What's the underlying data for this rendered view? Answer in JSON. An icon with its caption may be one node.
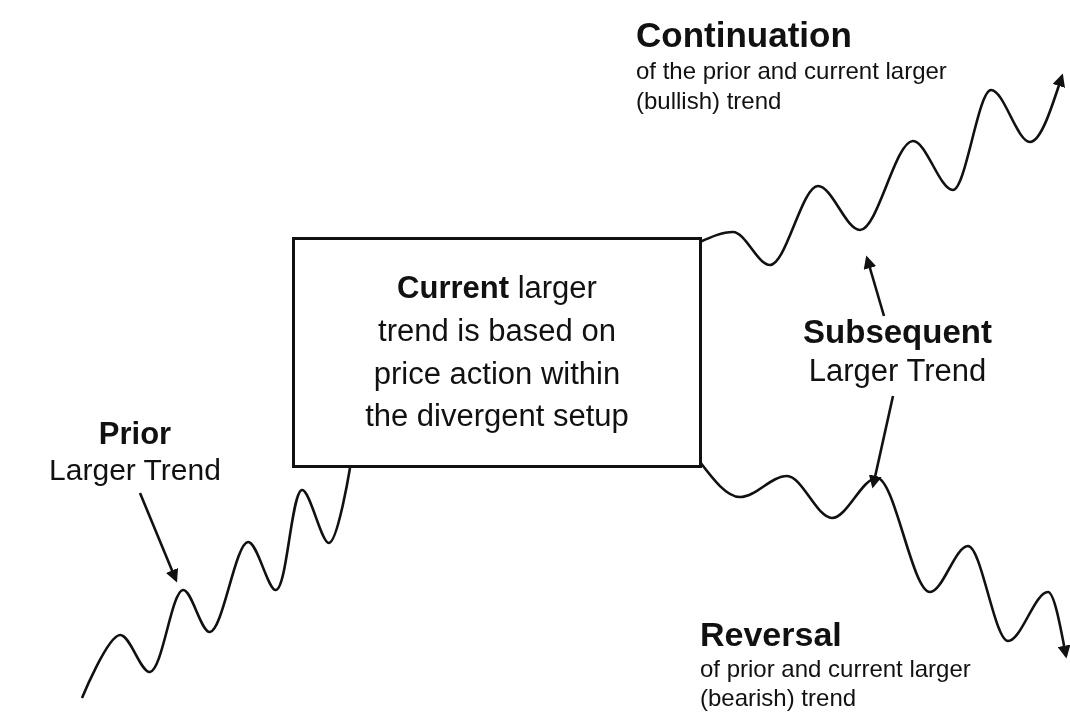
{
  "diagram": {
    "nodes": [
      {
        "text": [
          "**Current** larger trend is based on price action within the divergent setup"
        ]
      },
      {
        "text": [
          "Prior",
          "Larger Trend"
        ]
      },
      {
        "text": [
          "Continuation",
          "of the prior and current larger (bullish) trend"
        ]
      },
      {
        "text": [
          "Subsequent",
          "Larger Trend"
        ]
      },
      {
        "text": [
          "Reversal",
          "of prior and current larger (bearish) trend"
        ]
      }
    ],
    "edges": [
      {
        "from": null,
        "to": 0,
        "arrow": "none"
      },
      {
        "from": 0,
        "to": null,
        "arrow": "to"
      },
      {
        "from": 0,
        "to": null,
        "arrow": "to"
      },
      {
        "from": 1,
        "to": null,
        "arrow": "to"
      },
      {
        "from": 3,
        "to": null,
        "arrow": "to"
      },
      {
        "from": 3,
        "to": null,
        "arrow": "to"
      }
    ]
  }
}
